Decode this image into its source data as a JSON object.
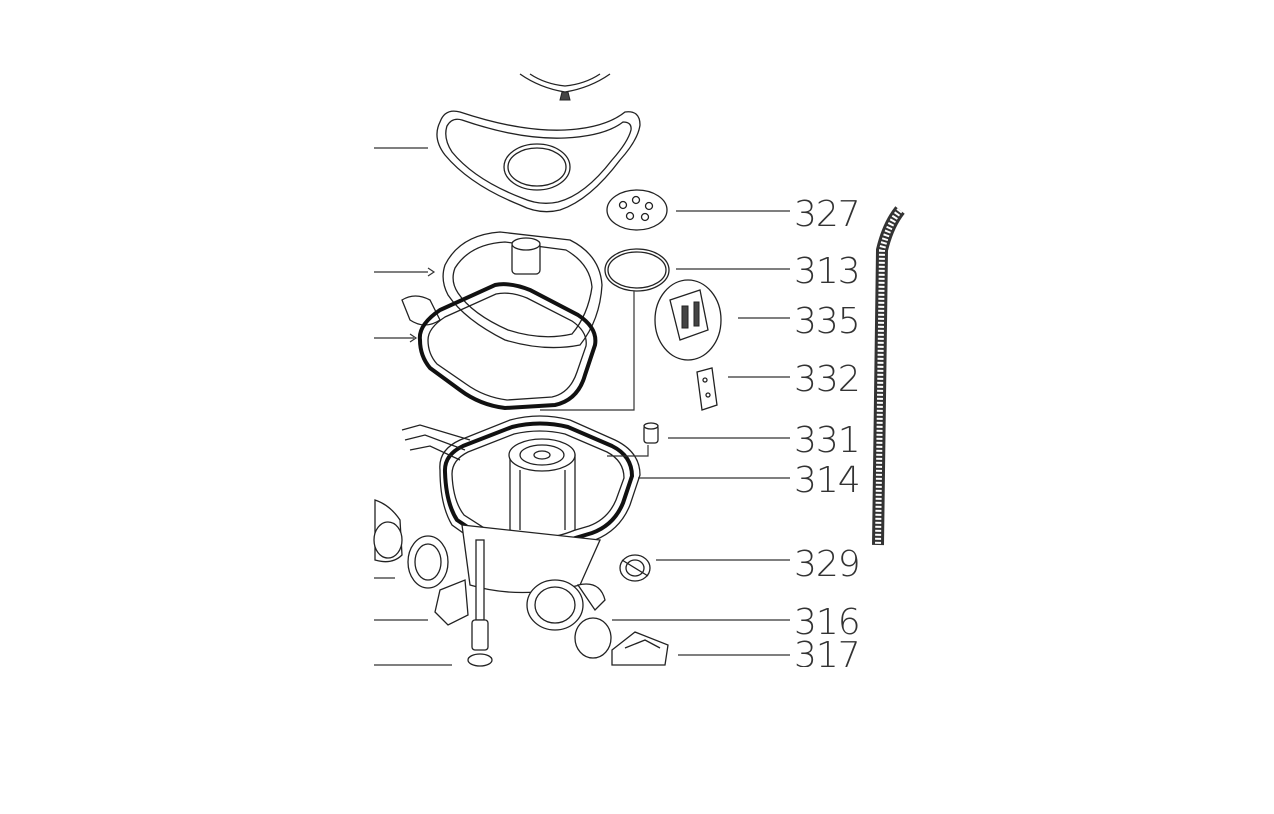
{
  "callouts": [
    {
      "id": "327",
      "label": "327"
    },
    {
      "id": "313",
      "label": "313"
    },
    {
      "id": "335",
      "label": "335"
    },
    {
      "id": "332",
      "label": "332"
    },
    {
      "id": "331",
      "label": "331"
    },
    {
      "id": "314",
      "label": "314"
    },
    {
      "id": "329",
      "label": "329"
    },
    {
      "id": "316",
      "label": "316"
    },
    {
      "id": "317",
      "label": "317"
    }
  ]
}
